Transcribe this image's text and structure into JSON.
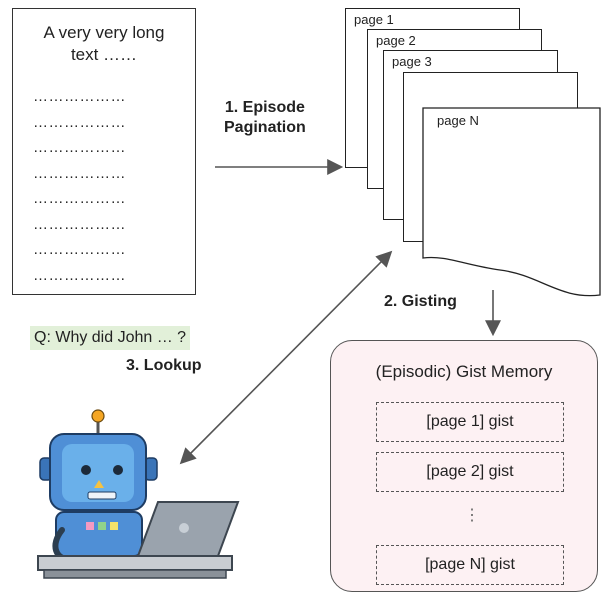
{
  "document": {
    "title_line1": "A very very long",
    "title_line2": "text ……",
    "dots": [
      "………………",
      "………………",
      "………………",
      "………………",
      "………………",
      "………………",
      "………………",
      "………………"
    ]
  },
  "steps": {
    "pagination_line1": "1. Episode",
    "pagination_line2": "Pagination",
    "gisting": "2. Gisting",
    "lookup": "3. Lookup"
  },
  "pages": {
    "page1": "page 1",
    "page2": "page 2",
    "page3": "page 3",
    "pageN": "page N"
  },
  "query": "Q: Why did John … ?",
  "memory": {
    "title": "(Episodic) Gist Memory",
    "gists": [
      "[page 1] gist",
      "[page 2] gist",
      "[page N] gist"
    ],
    "ellipsis": "⋮"
  },
  "colors": {
    "query_bg": "#e2f0d9",
    "memory_bg": "#fdf1f3",
    "robot_body": "#4f8fd6",
    "robot_face": "#6ab0ea",
    "antenna_ball": "#f5a623"
  },
  "icons": {
    "agent": "robot-with-laptop-icon"
  }
}
